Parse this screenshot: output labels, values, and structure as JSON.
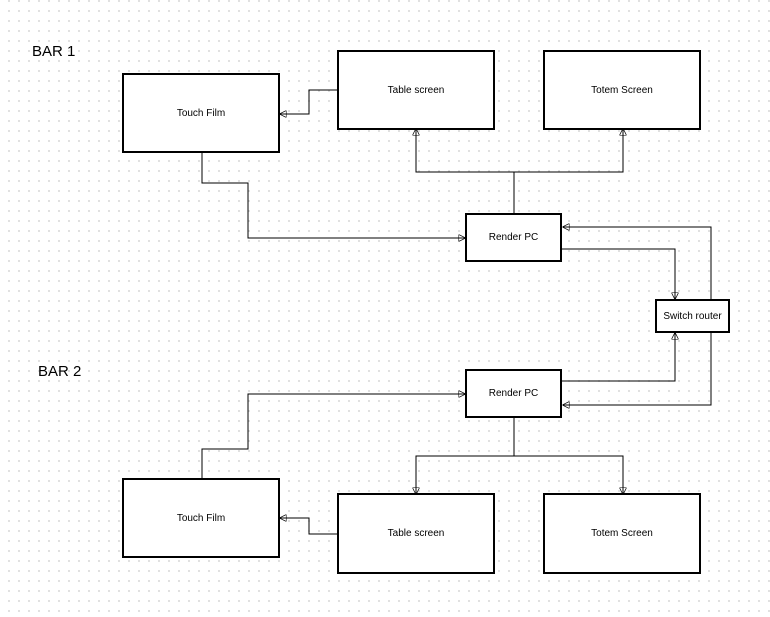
{
  "sections": {
    "bar1": {
      "label": "BAR 1"
    },
    "bar2": {
      "label": "BAR 2"
    }
  },
  "nodes": {
    "bar1_touch_film": "Touch Film",
    "bar1_table_screen": "Table screen",
    "bar1_totem_screen": "Totem Screen",
    "bar1_render_pc": "Render PC",
    "switch_router": "Switch router",
    "bar2_render_pc": "Render PC",
    "bar2_touch_film": "Touch Film",
    "bar2_table_screen": "Table screen",
    "bar2_totem_screen": "Totem Screen"
  },
  "connections": [
    {
      "from": "bar1_table_screen",
      "to": "bar1_touch_film"
    },
    {
      "from": "bar1_touch_film",
      "to": "bar1_render_pc"
    },
    {
      "from": "bar1_render_pc",
      "to": "bar1_table_screen"
    },
    {
      "from": "bar1_render_pc",
      "to": "bar1_totem_screen"
    },
    {
      "from": "bar1_render_pc",
      "to": "switch_router"
    },
    {
      "from": "switch_router",
      "to": "bar1_render_pc"
    },
    {
      "from": "bar2_render_pc",
      "to": "switch_router"
    },
    {
      "from": "switch_router",
      "to": "bar2_render_pc"
    },
    {
      "from": "bar2_touch_film",
      "to": "bar2_render_pc"
    },
    {
      "from": "bar2_render_pc",
      "to": "bar2_table_screen"
    },
    {
      "from": "bar2_render_pc",
      "to": "bar2_totem_screen"
    },
    {
      "from": "bar2_table_screen",
      "to": "bar2_touch_film"
    }
  ]
}
